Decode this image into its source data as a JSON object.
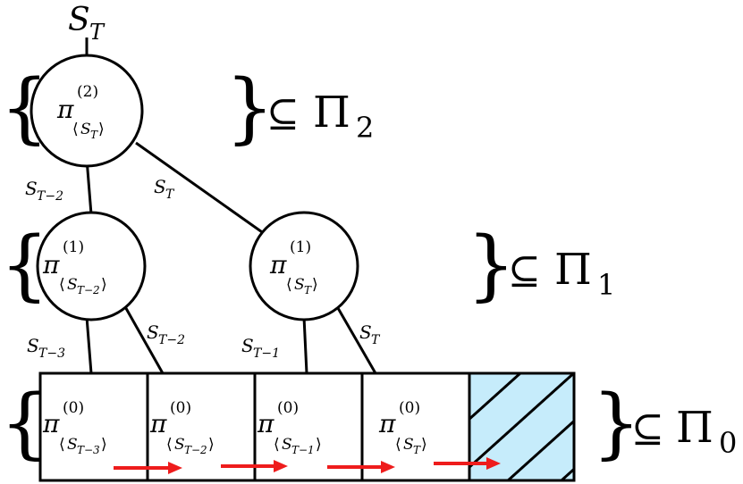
{
  "root_label": {
    "base": "S",
    "sub": "T"
  },
  "levels": [
    {
      "name": "Π",
      "sub": "2",
      "relation": "⊆"
    },
    {
      "name": "Π",
      "sub": "1",
      "relation": "⊆"
    },
    {
      "name": "Π",
      "sub": "0",
      "relation": "⊆"
    }
  ],
  "nodes": [
    {
      "id": "level2-node",
      "sup": "(2)",
      "sub": "S",
      "subsub": "T"
    },
    {
      "id": "level1-node-a",
      "sup": "(1)",
      "sub": "S",
      "subsub": "T−2"
    },
    {
      "id": "level1-node-b",
      "sup": "(1)",
      "sub": "S",
      "subsub": "T"
    }
  ],
  "edges": [
    {
      "id": "edge-2-to-1a",
      "base": "S",
      "sub": "T−2"
    },
    {
      "id": "edge-2-to-1b",
      "base": "S",
      "sub": "T"
    },
    {
      "id": "edge-1a-to-0a",
      "base": "S",
      "sub": "T−3"
    },
    {
      "id": "edge-1a-to-0b",
      "base": "S",
      "sub": "T−2"
    },
    {
      "id": "edge-1b-to-0c",
      "base": "S",
      "sub": "T−1"
    },
    {
      "id": "edge-1b-to-0d",
      "base": "S",
      "sub": "T"
    }
  ],
  "cells": [
    {
      "sup": "(0)",
      "sub": "S",
      "subsub": "T−3"
    },
    {
      "sup": "(0)",
      "sub": "S",
      "subsub": "T−2"
    },
    {
      "sup": "(0)",
      "sub": "S",
      "subsub": "T−1"
    },
    {
      "sup": "(0)",
      "sub": "S",
      "subsub": "T"
    }
  ],
  "colors": {
    "arrow": "#ee1c1c",
    "hatched_fill": "#c6ecfb",
    "stroke": "#000000"
  },
  "symbols": {
    "pi": "π",
    "brace_open": "{",
    "brace_close": "}",
    "angle_open": "⟨",
    "angle_close": "⟩"
  }
}
